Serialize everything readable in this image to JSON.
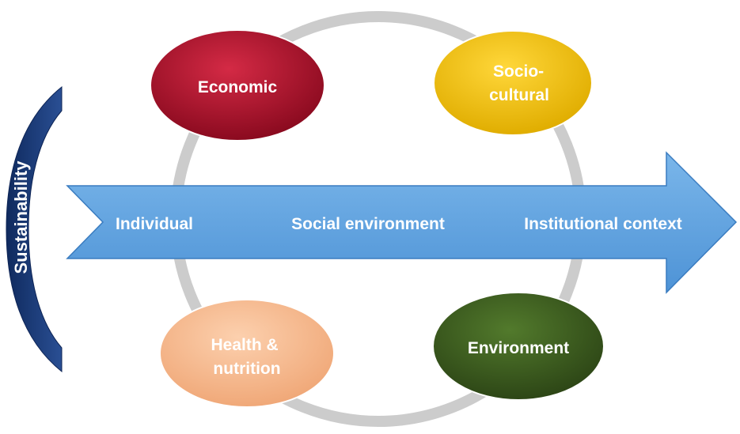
{
  "diagram": {
    "sustainability_label": "Sustainability",
    "arrow_labels": {
      "left": "Individual",
      "center": "Social environment",
      "right": "Institutional context"
    },
    "nodes": {
      "economic": {
        "lines": [
          "Economic"
        ],
        "color": "#b20d2a"
      },
      "socio_cultural": {
        "lines": [
          "Socio-",
          "cultural"
        ],
        "color": "#f5c400"
      },
      "health_nutrition": {
        "lines": [
          "Health &",
          "nutrition"
        ],
        "color": "#f9bf96"
      },
      "environment": {
        "lines": [
          "Environment"
        ],
        "color": "#3d5b1f"
      }
    },
    "colors": {
      "arrow": "#5ea3e0",
      "bracket": "#1b3a78",
      "ring": "#cccccc"
    }
  }
}
